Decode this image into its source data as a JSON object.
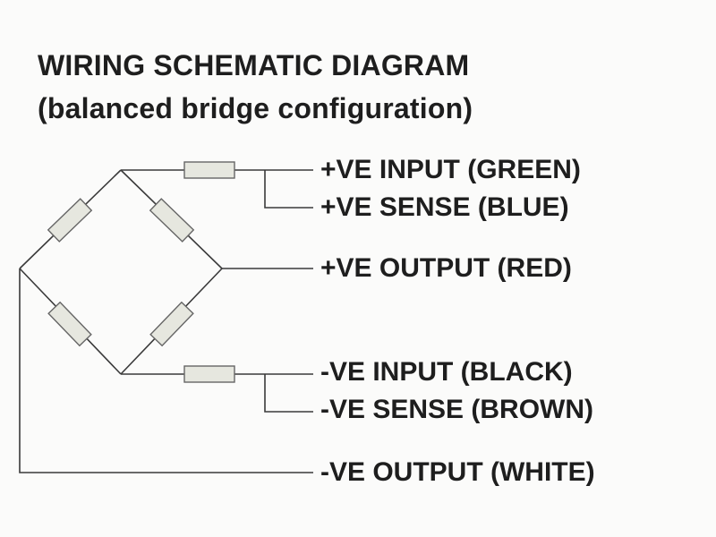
{
  "title": "WIRING SCHEMATIC DIAGRAM",
  "subtitle": "(balanced bridge configuration)",
  "wires": [
    {
      "label": "+VE INPUT (GREEN)",
      "color": "#2e7d32"
    },
    {
      "label": "+VE SENSE (BLUE)",
      "color": "#1565c0"
    },
    {
      "label": "+VE OUTPUT (RED)",
      "color": "#c62828"
    },
    {
      "label": "-VE INPUT (BLACK)",
      "color": "#000000"
    },
    {
      "label": "-VE SENSE (BROWN)",
      "color": "#6d4c41"
    },
    {
      "label": "-VE OUTPUT (WHITE)",
      "color": "#ffffff"
    }
  ]
}
